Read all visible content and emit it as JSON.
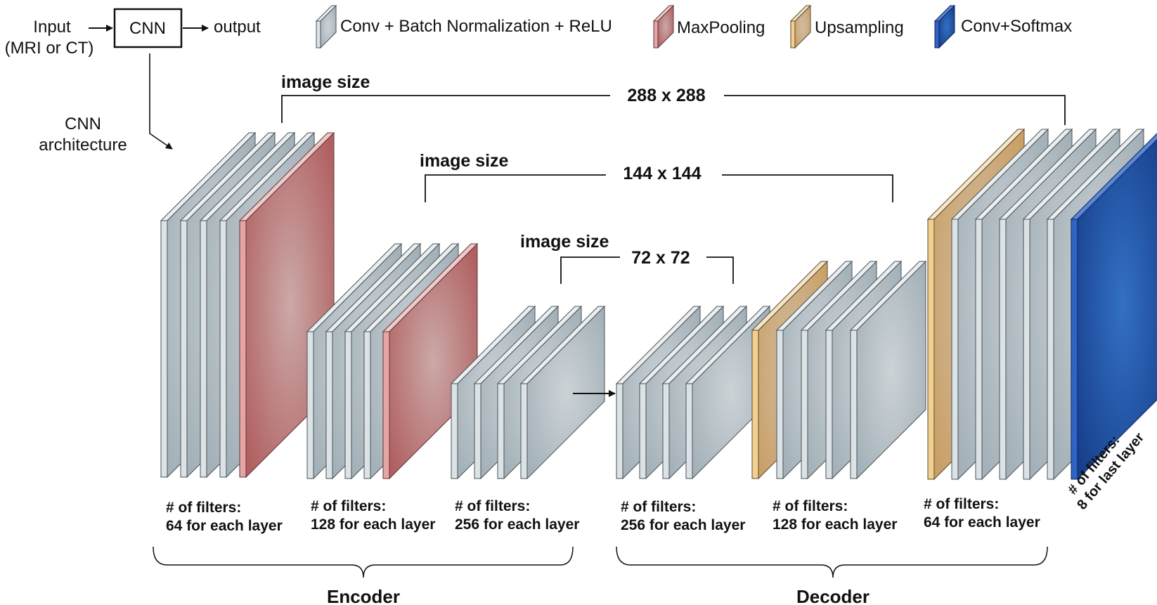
{
  "header": {
    "input_line1": "Input",
    "input_line2": "(MRI or CT)",
    "cnn_box": "CNN",
    "output": "output",
    "arch_line1": "CNN",
    "arch_line2": "architecture"
  },
  "legend": [
    {
      "label": "Conv + Batch Normalization + ReLU",
      "color": "#b9c3c8"
    },
    {
      "label": "MaxPooling",
      "color": "#c47a7a"
    },
    {
      "label": "Upsampling",
      "color": "#d8c09a"
    },
    {
      "label": "Conv+Softmax",
      "color": "#1e4fa8"
    }
  ],
  "sizes": [
    {
      "caption": "image size",
      "value": "288 x 288"
    },
    {
      "caption": "image size",
      "value": "144 x 144"
    },
    {
      "caption": "image size",
      "value": "72 x 72"
    }
  ],
  "filters": [
    {
      "line1": "# of filters:",
      "line2": "64 for each layer"
    },
    {
      "line1": "# of filters:",
      "line2": "128 for each layer"
    },
    {
      "line1": "# of filters:",
      "line2": "256 for each layer"
    },
    {
      "line1": "# of filters:",
      "line2": "256 for each layer"
    },
    {
      "line1": "# of filters:",
      "line2": "128 for each layer"
    },
    {
      "line1": "# of filters:",
      "line2": "64 for each layer"
    }
  ],
  "last_filters": {
    "line1": "# of filters:",
    "line2": "8 for last layer"
  },
  "groups": {
    "encoder": "Encoder",
    "decoder": "Decoder"
  },
  "colors": {
    "conv": "#b9c3c8",
    "pool": "#c47a7a",
    "up": "#d8c09a",
    "softmax": "#1e4fa8",
    "line": "#111111"
  }
}
